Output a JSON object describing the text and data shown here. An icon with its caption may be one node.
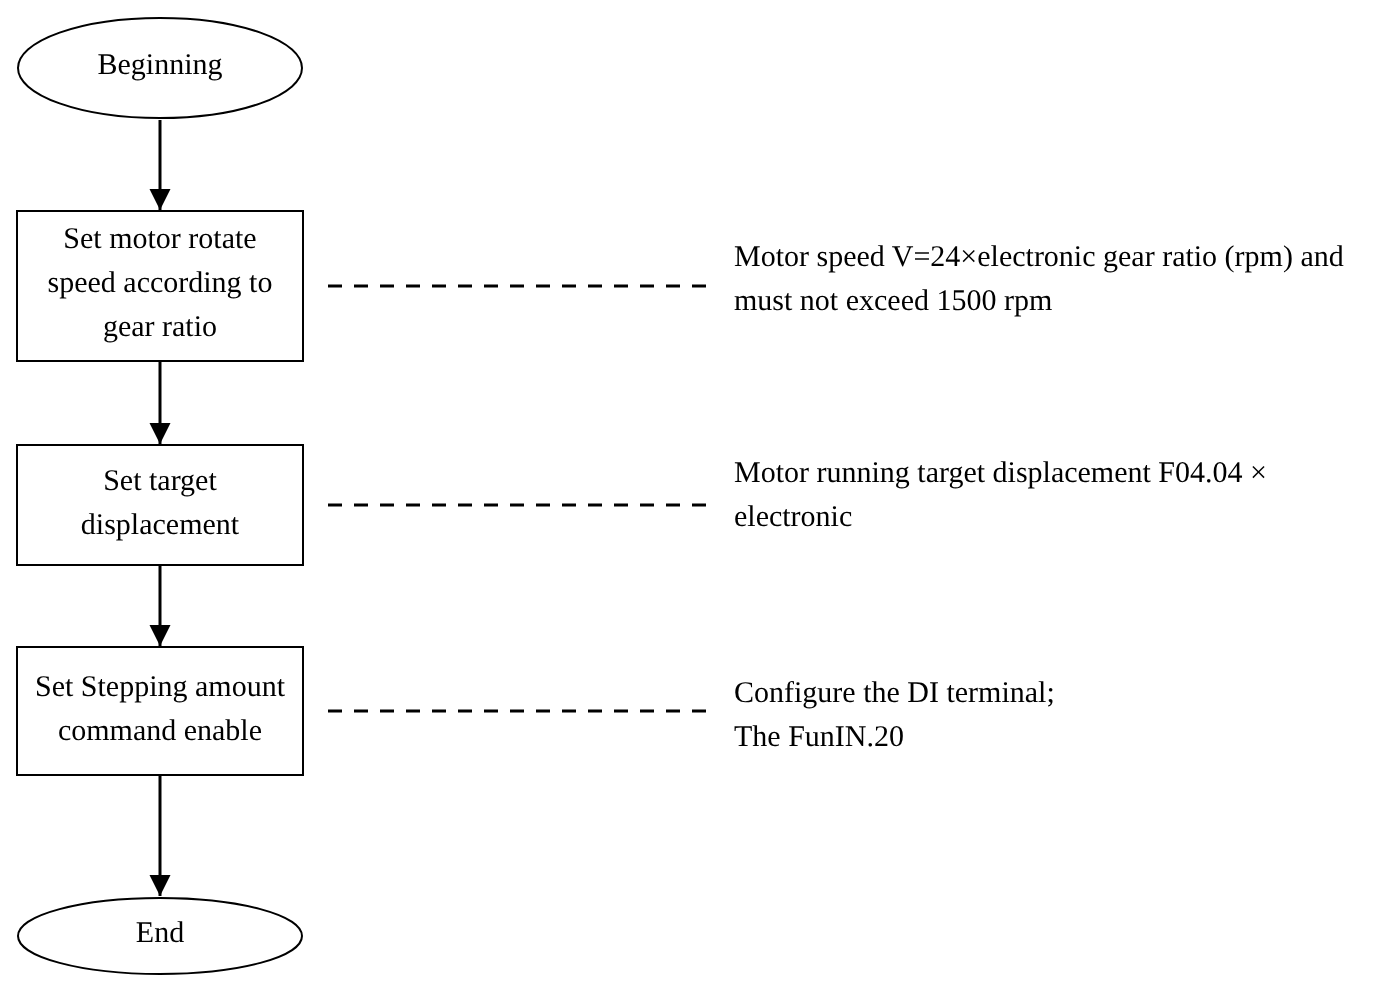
{
  "diagram": {
    "nodes": [
      {
        "text": [
          "Beginning"
        ]
      },
      {
        "text": [
          "Set motor rotate speed according to gear ratio"
        ]
      },
      {
        "text": [
          "Set target displacement"
        ]
      },
      {
        "text": [
          "Set Stepping amount command enable"
        ]
      },
      {
        "text": [
          "End"
        ]
      },
      {
        "text": [
          "Motor speed V=24×electronic gear ratio (rpm) and must not exceed 1500 rpm"
        ]
      },
      {
        "text": [
          "Motor running target displacement F04.04 × electronic"
        ]
      },
      {
        "text": [
          "Configure the DI terminal; The FunIN.20"
        ]
      }
    ],
    "edges": [
      {
        "from": 0,
        "to": 1,
        "arrow": "to"
      },
      {
        "from": 1,
        "to": 2,
        "arrow": "to"
      },
      {
        "from": 2,
        "to": 3,
        "arrow": "to"
      },
      {
        "from": 3,
        "to": 4,
        "arrow": "to"
      },
      {
        "from": 1,
        "to": 5,
        "arrow": "none",
        "style": "dashed"
      },
      {
        "from": 2,
        "to": 6,
        "arrow": "none",
        "style": "dashed"
      },
      {
        "from": 3,
        "to": 7,
        "arrow": "none",
        "style": "dashed"
      }
    ]
  }
}
